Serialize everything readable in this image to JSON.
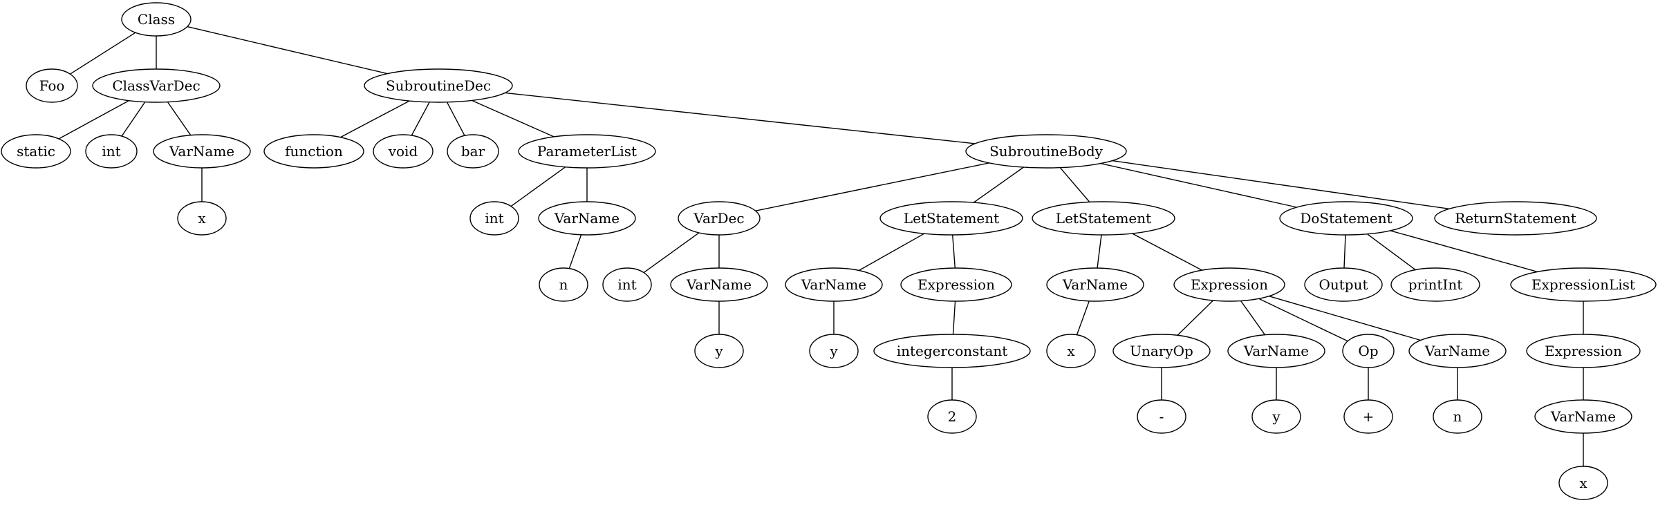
{
  "nodes": [
    {
      "id": "n1",
      "label": "Class"
    },
    {
      "id": "n2",
      "label": "Foo"
    },
    {
      "id": "n3",
      "label": "ClassVarDec"
    },
    {
      "id": "n4",
      "label": "static"
    },
    {
      "id": "n5",
      "label": "int"
    },
    {
      "id": "n6",
      "label": "VarName"
    },
    {
      "id": "n7",
      "label": "x"
    },
    {
      "id": "n8",
      "label": "SubroutineDec"
    },
    {
      "id": "n9",
      "label": "function"
    },
    {
      "id": "n10",
      "label": "void"
    },
    {
      "id": "n11",
      "label": "bar"
    },
    {
      "id": "n12",
      "label": "ParameterList"
    },
    {
      "id": "n13",
      "label": "int"
    },
    {
      "id": "n14",
      "label": "VarName"
    },
    {
      "id": "n15",
      "label": "n"
    },
    {
      "id": "n16",
      "label": "SubroutineBody"
    },
    {
      "id": "n17",
      "label": "VarDec"
    },
    {
      "id": "n18",
      "label": "int"
    },
    {
      "id": "n19",
      "label": "VarName"
    },
    {
      "id": "n20",
      "label": "y"
    },
    {
      "id": "n21",
      "label": "LetStatement"
    },
    {
      "id": "n22",
      "label": "VarName"
    },
    {
      "id": "n23",
      "label": "y"
    },
    {
      "id": "n24",
      "label": "Expression"
    },
    {
      "id": "n25",
      "label": "integerconstant"
    },
    {
      "id": "n26",
      "label": "2"
    },
    {
      "id": "n27",
      "label": "LetStatement"
    },
    {
      "id": "n28",
      "label": "VarName"
    },
    {
      "id": "n29",
      "label": "x"
    },
    {
      "id": "n30",
      "label": "Expression"
    },
    {
      "id": "n31",
      "label": "UnaryOp"
    },
    {
      "id": "n32",
      "label": "-"
    },
    {
      "id": "n33",
      "label": "VarName"
    },
    {
      "id": "n34",
      "label": "y"
    },
    {
      "id": "n35",
      "label": "Op"
    },
    {
      "id": "n36",
      "label": "+"
    },
    {
      "id": "n37",
      "label": "VarName"
    },
    {
      "id": "n38",
      "label": "n"
    },
    {
      "id": "n39",
      "label": "DoStatement"
    },
    {
      "id": "n40",
      "label": "Output"
    },
    {
      "id": "n41",
      "label": "printInt"
    },
    {
      "id": "n42",
      "label": "ExpressionList"
    },
    {
      "id": "n43",
      "label": "Expression"
    },
    {
      "id": "n44",
      "label": "VarName"
    },
    {
      "id": "n45",
      "label": "x"
    },
    {
      "id": "n46",
      "label": "ReturnStatement"
    }
  ],
  "edges": [
    [
      "n1",
      "n2"
    ],
    [
      "n1",
      "n3"
    ],
    [
      "n1",
      "n8"
    ],
    [
      "n3",
      "n4"
    ],
    [
      "n3",
      "n5"
    ],
    [
      "n3",
      "n6"
    ],
    [
      "n6",
      "n7"
    ],
    [
      "n8",
      "n9"
    ],
    [
      "n8",
      "n10"
    ],
    [
      "n8",
      "n11"
    ],
    [
      "n8",
      "n12"
    ],
    [
      "n8",
      "n16"
    ],
    [
      "n12",
      "n13"
    ],
    [
      "n12",
      "n14"
    ],
    [
      "n14",
      "n15"
    ],
    [
      "n16",
      "n17"
    ],
    [
      "n16",
      "n21"
    ],
    [
      "n16",
      "n27"
    ],
    [
      "n16",
      "n39"
    ],
    [
      "n16",
      "n46"
    ],
    [
      "n17",
      "n18"
    ],
    [
      "n17",
      "n19"
    ],
    [
      "n19",
      "n20"
    ],
    [
      "n21",
      "n22"
    ],
    [
      "n21",
      "n24"
    ],
    [
      "n22",
      "n23"
    ],
    [
      "n24",
      "n25"
    ],
    [
      "n25",
      "n26"
    ],
    [
      "n27",
      "n28"
    ],
    [
      "n27",
      "n30"
    ],
    [
      "n28",
      "n29"
    ],
    [
      "n30",
      "n31"
    ],
    [
      "n30",
      "n33"
    ],
    [
      "n30",
      "n35"
    ],
    [
      "n30",
      "n37"
    ],
    [
      "n31",
      "n32"
    ],
    [
      "n33",
      "n34"
    ],
    [
      "n35",
      "n36"
    ],
    [
      "n37",
      "n38"
    ],
    [
      "n39",
      "n40"
    ],
    [
      "n39",
      "n41"
    ],
    [
      "n39",
      "n42"
    ],
    [
      "n42",
      "n43"
    ],
    [
      "n43",
      "n44"
    ],
    [
      "n44",
      "n45"
    ]
  ]
}
